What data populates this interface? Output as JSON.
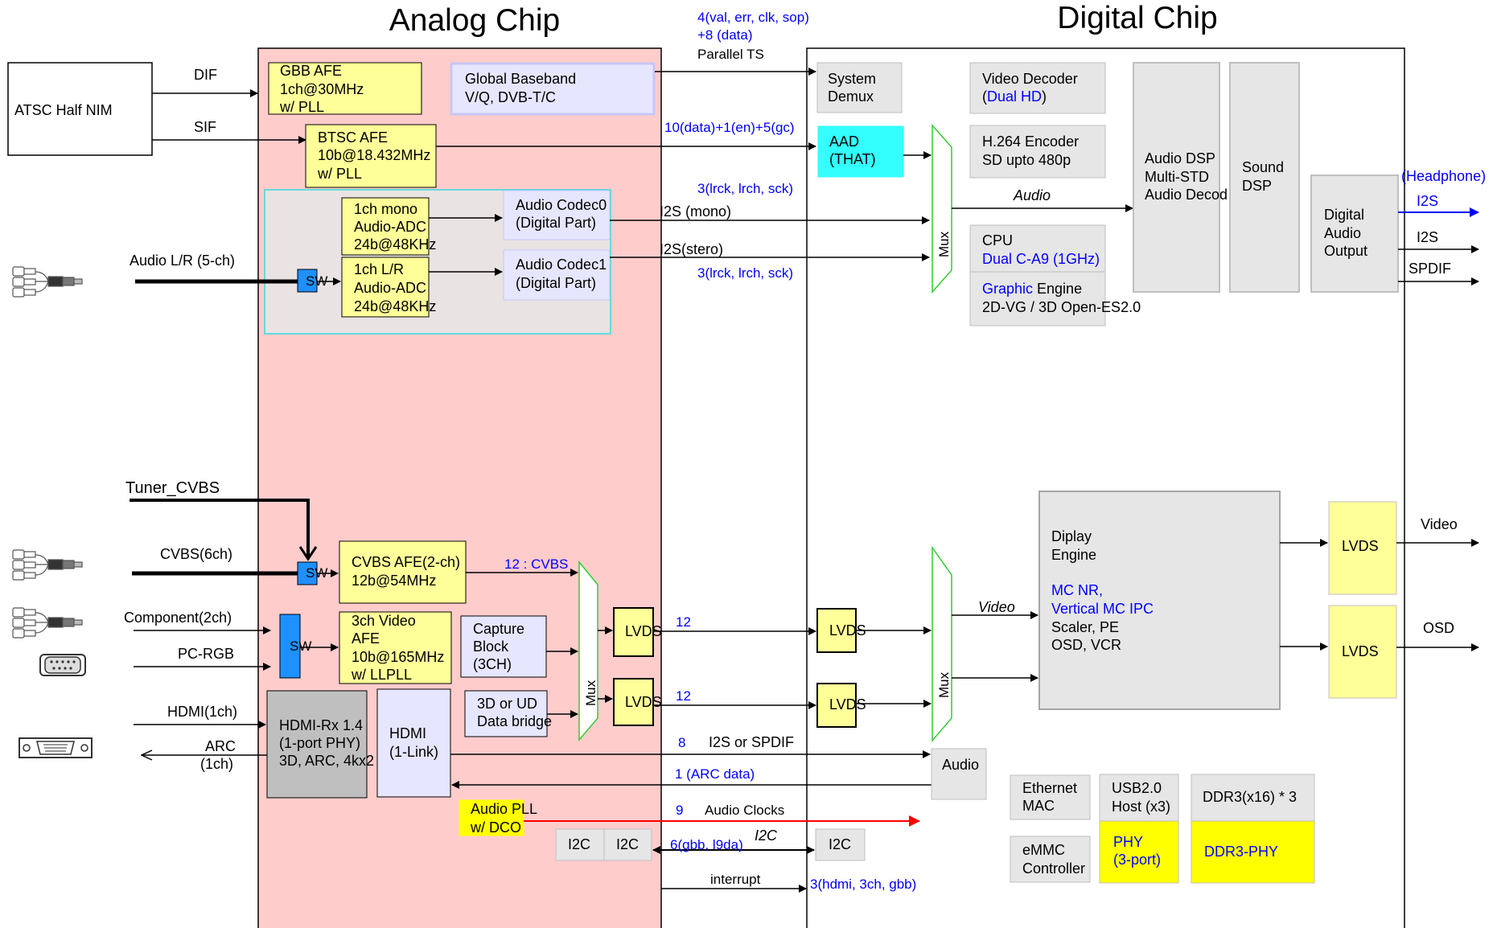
{
  "titles": {
    "analog": "Analog Chip",
    "digital": "Digital Chip"
  },
  "external": {
    "atsc_nim": "ATSC Half NIM",
    "dif": "DIF",
    "sif": "SIF",
    "audio_lr": "Audio L/R (5-ch)",
    "tuner_cvbs": "Tuner_CVBS",
    "cvbs": "CVBS(6ch)",
    "component": "Component(2ch)",
    "pc_rgb": "PC-RGB",
    "hdmi": "HDMI(1ch)",
    "arc_1": "ARC",
    "arc_2": "(1ch)"
  },
  "analog": {
    "gbb_afe": [
      "GBB AFE",
      "1ch@30MHz",
      "w/ PLL"
    ],
    "global_baseband": [
      "Global Baseband",
      "V/Q, DVB-T/C"
    ],
    "btsc_afe": [
      "BTSC AFE",
      "10b@18.432MHz",
      "w/ PLL"
    ],
    "mono_adc": [
      "1ch mono",
      "Audio-ADC",
      "24b@48KHz"
    ],
    "lr_adc": [
      "1ch L/R",
      "Audio-ADC",
      "24b@48KHz"
    ],
    "codec0": [
      "Audio Codec0",
      "(Digital Part)"
    ],
    "codec1": [
      "Audio Codec1",
      "(Digital Part)"
    ],
    "sw": "SW",
    "cvbs_afe": [
      "CVBS AFE(2-ch)",
      "12b@54MHz"
    ],
    "video_afe": [
      "3ch Video",
      "AFE",
      "10b@165MHz",
      "w/ LLPLL"
    ],
    "capture": [
      "Capture",
      "Block",
      "(3CH)"
    ],
    "data_bridge": [
      "3D or UD",
      "Data bridge"
    ],
    "mux": "Mux",
    "lvds": "LVDS",
    "hdmi_rx": [
      "HDMI-Rx 1.4",
      "(1-port PHY)",
      "3D, ARC, 4kx2"
    ],
    "hdmi_link": [
      "HDMI",
      "(1-Link)"
    ],
    "audio_pll": [
      "Audio PLL",
      "w/ DCO"
    ],
    "i2c": "I2C"
  },
  "signals": {
    "ts_1": "4(val, err, clk, sop)",
    "ts_2": "+8 (data)",
    "ts_3": "Parallel TS",
    "aad_bus": "10(data)+1(en)+5(gc)",
    "i2s_top": "3(lrck, lrch, sck)",
    "i2s_mono": "I2S (mono)",
    "i2s_stereo": "I2S(stero)",
    "i2s_bot": "3(lrck, lrch, sck)",
    "cvbs_12": "12 : CVBS",
    "lvds_12a": "12",
    "lvds_12b": "12",
    "n8": "8",
    "i2s_spdif": "I2S or SPDIF",
    "arc_data": "1 (ARC data)",
    "n9": "9",
    "audio_clocks": "Audio Clocks",
    "i2c_bus": "6(gbb, l9da)",
    "i2c_label": "I2C",
    "interrupt": "interrupt",
    "irq": "3(hdmi, 3ch, gbb)",
    "audio_label": "Audio",
    "video_label": "Video"
  },
  "digital": {
    "demux": [
      "System",
      "Demux"
    ],
    "video_decoder_1": "Video Decoder",
    "video_decoder_2a": "(",
    "video_decoder_2b": "Dual HD",
    "video_decoder_2c": ")",
    "h264": [
      "H.264 Encoder",
      "SD upto 480p"
    ],
    "aad": [
      "AAD",
      "(THAT)"
    ],
    "cpu_1": "CPU",
    "cpu_2": "Dual C-A9 (1GHz)",
    "gfx_1a": "Graphic",
    "gfx_1b": " Engine",
    "gfx_2": "2D-VG / 3D Open-ES2.0",
    "audio_dsp": [
      "Audio DSP",
      "Multi-STD",
      "Audio Decod"
    ],
    "sound_dsp": [
      "Sound",
      "DSP"
    ],
    "digital_audio_out": [
      "Digital",
      "Audio",
      "Output"
    ],
    "headphone": "(Headphone)",
    "i2s_out_1": "I2S",
    "i2s_out_2": "I2S",
    "spdif": "SPDIF",
    "display_1": "Diplay",
    "display_2": "Engine",
    "display_3": "MC NR,",
    "display_4": "Vertical MC IPC",
    "display_5": "Scaler, PE",
    "display_6": "OSD, VCR",
    "video_out": "Video",
    "osd_out": "OSD",
    "audio_block": "Audio",
    "ethernet": [
      "Ethernet",
      "MAC"
    ],
    "usb": [
      "USB2.0",
      "Host (x3)"
    ],
    "ddr3": "DDR3(x16) * 3",
    "phy": [
      "PHY",
      "(3-port)"
    ],
    "ddr3_phy": "DDR3-PHY",
    "emmc": [
      "eMMC",
      "Controller"
    ],
    "i2c": "I2C"
  },
  "colors": {
    "analog_bg": "#FFCCCC",
    "afe_yellow": "#FFFF99",
    "global_bb": "#E6E6FF",
    "gray_block": "#E6E6E6",
    "aad_cyan": "#33FFFF",
    "sw_blue": "#1E90FF",
    "hdmi_rx": "#BFBFBF",
    "bright_yellow": "#FFFF00",
    "blue_text": "#0000FF",
    "red_arrow": "#FF0000",
    "mux_green": "#33CC33"
  },
  "icons": [
    "rca-connector-icon",
    "vga-connector-icon",
    "hdmi-connector-icon"
  ]
}
